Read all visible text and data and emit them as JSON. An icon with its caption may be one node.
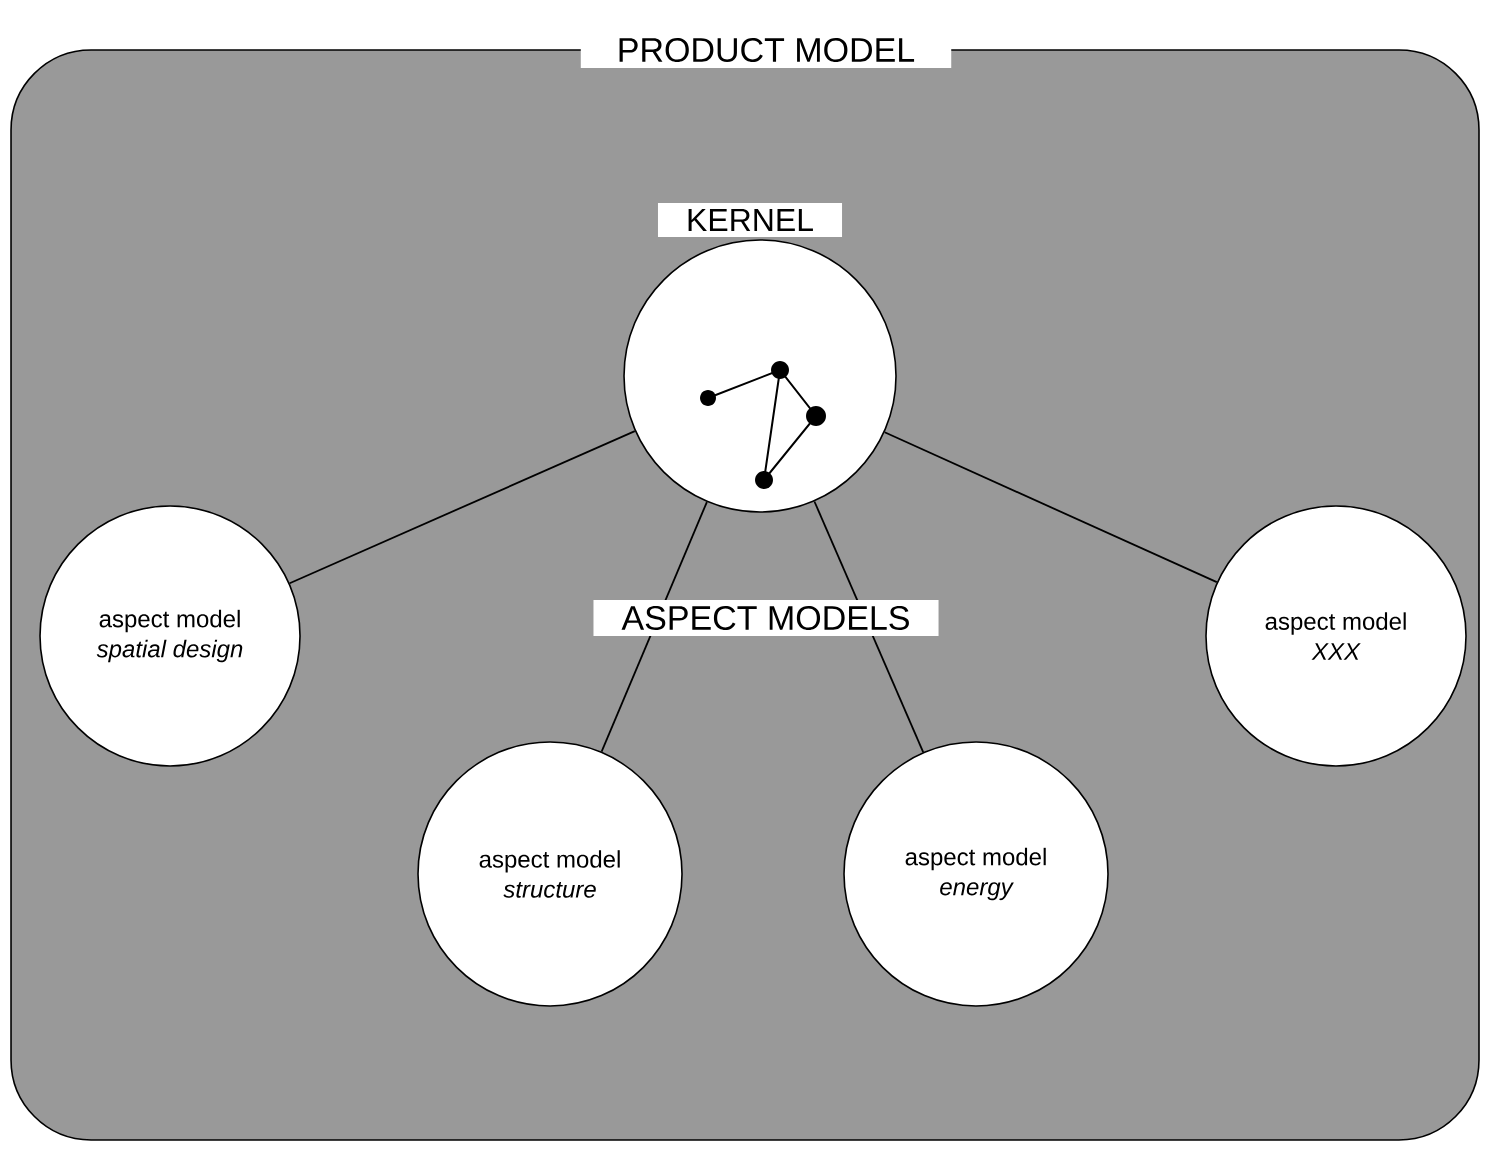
{
  "diagram": {
    "nodes": [
      {
        "text": [
          "PRODUCT MODEL"
        ]
      },
      {
        "text": [
          "KERNEL"
        ],
        "in": 0
      },
      {
        "text": [
          "aspect model",
          "spatial design"
        ],
        "in": 0
      },
      {
        "text": [
          "aspect model",
          "structure"
        ],
        "in": 0
      },
      {
        "text": [
          "aspect model",
          "energy"
        ],
        "in": 0
      },
      {
        "text": [
          "aspect model",
          "XXX"
        ],
        "in": 0
      }
    ],
    "edges": [
      {
        "from": 1,
        "to": 2,
        "arrow": "none"
      },
      {
        "from": 1,
        "to": 3,
        "arrow": "none"
      },
      {
        "from": 1,
        "to": 4,
        "arrow": "none"
      },
      {
        "from": 1,
        "to": 5,
        "arrow": "none"
      }
    ],
    "labels": [
      "ASPECT MODELS"
    ]
  }
}
